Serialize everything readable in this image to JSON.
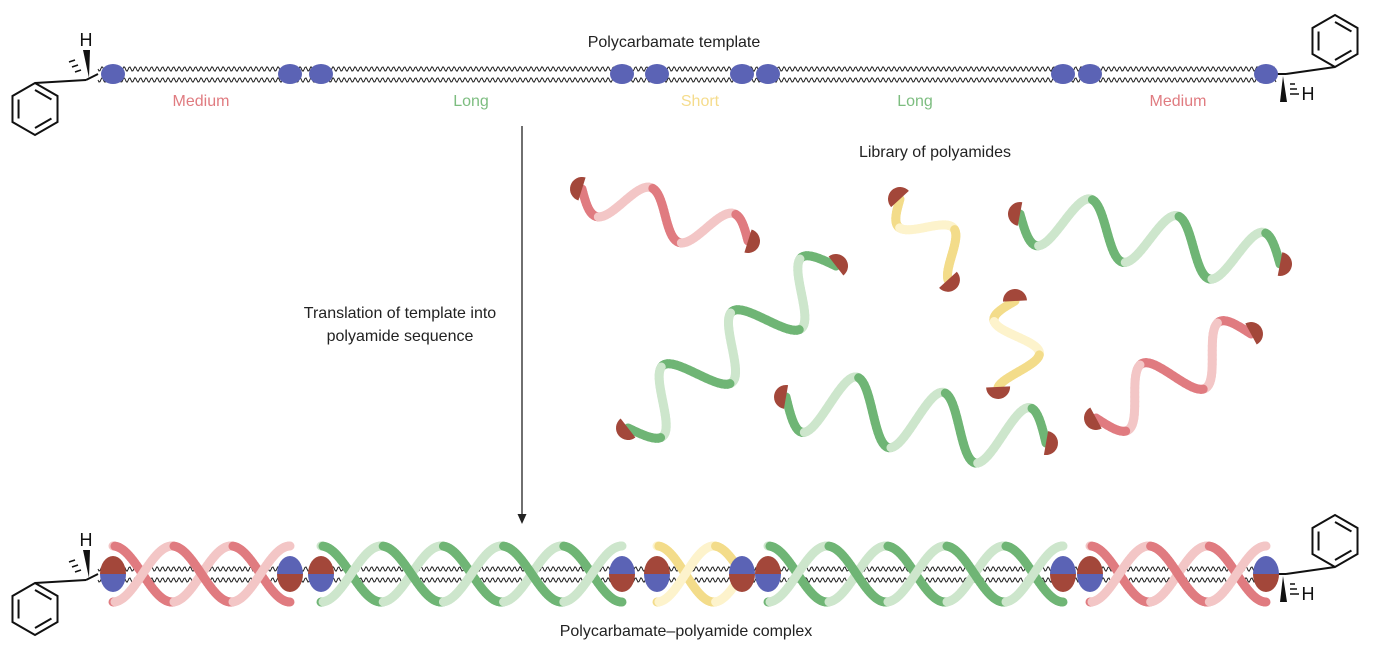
{
  "labels": {
    "template_title": "Polycarbamate template",
    "library_title": "Library of polyamides",
    "translation_line1": "Translation of template into",
    "translation_line2": "polyamide sequence",
    "complex_title": "Polycarbamate–polyamide complex",
    "hydrogen": "H"
  },
  "segments": [
    {
      "label": "Medium",
      "kind": "medium"
    },
    {
      "label": "Long",
      "kind": "long"
    },
    {
      "label": "Short",
      "kind": "short"
    },
    {
      "label": "Long",
      "kind": "long"
    },
    {
      "label": "Medium",
      "kind": "medium"
    }
  ],
  "colors": {
    "medium": "#e07b80",
    "medium_light": "#f3c6c6",
    "long": "#6fb575",
    "long_light": "#cde6cc",
    "short": "#f3dc8a",
    "short_light": "#fdf3cc",
    "cap": "#a3473a",
    "unit": "#5b63b5",
    "segment_text_medium": "#e07b80",
    "segment_text_long": "#7dbd80",
    "segment_text_short": "#f5dc8c"
  }
}
